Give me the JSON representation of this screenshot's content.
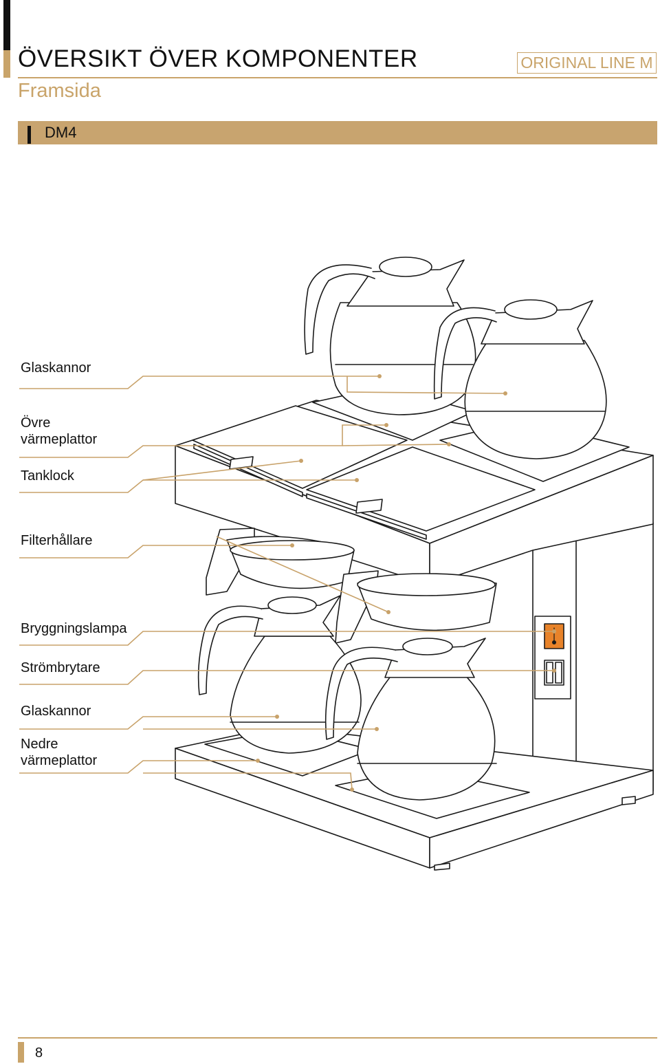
{
  "header": {
    "title": "ÖVERSIKT ÖVER KOMPONENTER",
    "subtitle": "Framsida",
    "product_line": "ORIGINAL LINE M"
  },
  "section": {
    "title": "DM4"
  },
  "callouts": [
    {
      "id": "glaskannor-upper",
      "label": "Glaskannor"
    },
    {
      "id": "ovre-varmeplattor",
      "label": "Övre\nvärmeplattor"
    },
    {
      "id": "tanklock",
      "label": "Tanklock"
    },
    {
      "id": "filterhallare",
      "label": "Filterhållare"
    },
    {
      "id": "bryggningslampa",
      "label": "Bryggningslampa"
    },
    {
      "id": "strombrytare",
      "label": "Strömbrytare"
    },
    {
      "id": "glaskannor-lower",
      "label": "Glaskannor"
    },
    {
      "id": "nedre-varmeplattor",
      "label": "Nedre\nvärmeplattor"
    }
  ],
  "colors": {
    "accent_gold": "#c9a46a",
    "leader_line": "#c8a26a",
    "brew_lamp": "#e8832a",
    "outline": "#1a1a1a"
  },
  "footer": {
    "page_number": "8"
  }
}
